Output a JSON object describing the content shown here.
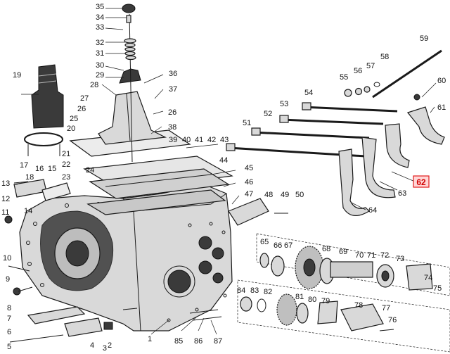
{
  "highlight": {
    "label": "62",
    "color": "#e11b1b"
  },
  "labels": [
    "1",
    "2",
    "3",
    "4",
    "5",
    "6",
    "7",
    "8",
    "9",
    "10",
    "11",
    "12",
    "13",
    "14",
    "15",
    "16",
    "17",
    "18",
    "19",
    "20",
    "21",
    "22",
    "23",
    "24",
    "25",
    "26",
    "27",
    "28",
    "29",
    "30",
    "31",
    "32",
    "33",
    "34",
    "35",
    "36",
    "37",
    "38",
    "39",
    "40",
    "41",
    "42",
    "43",
    "44",
    "45",
    "46",
    "47",
    "48",
    "49",
    "50",
    "51",
    "52",
    "53",
    "54",
    "55",
    "56",
    "57",
    "58",
    "59",
    "60",
    "61",
    "63",
    "64",
    "65",
    "66",
    "67",
    "68",
    "69",
    "70",
    "71",
    "72",
    "73",
    "74",
    "75",
    "76",
    "77",
    "78",
    "79",
    "80",
    "81",
    "82",
    "83",
    "84",
    "85",
    "86",
    "87"
  ],
  "extra_labels": {
    "label_26_b": "26"
  },
  "icons": {
    "housing": "gearbox-housing-icon",
    "lever": "gear-lever-icon",
    "boot": "rubber-boot-icon",
    "forks": "shift-fork-icon",
    "rods": "shift-rod-icon",
    "gears": "gear-icon"
  }
}
